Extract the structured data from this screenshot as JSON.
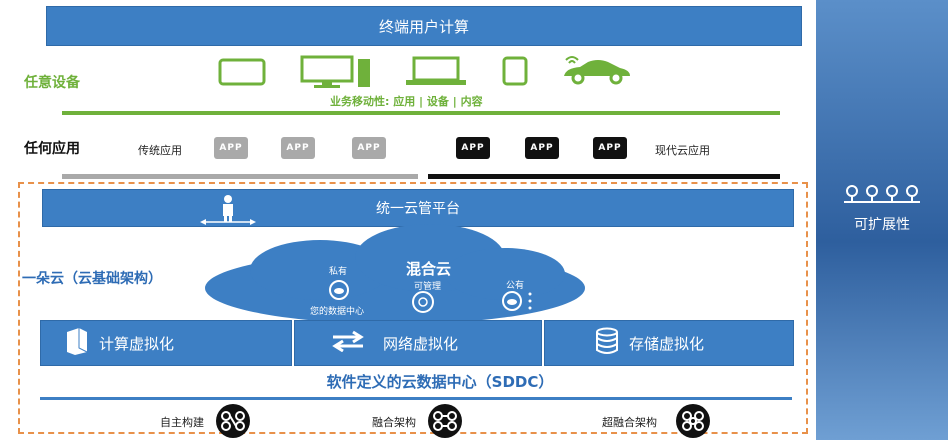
{
  "end_user_bar": "终端用户计算",
  "row_devices": {
    "label": "任意设备",
    "mobility_text": "业务移动性: 应用 | 设备 | 内容"
  },
  "row_apps": {
    "label": "任何应用",
    "traditional": "传统应用",
    "modern": "现代云应用",
    "app_badge": "APP"
  },
  "platform_bar": "统一云管平台",
  "one_cloud_label": "一朵云（云基础架构）",
  "cloud": {
    "title": "混合云",
    "private_label": "私有",
    "private_sub": "您的数据中心",
    "manageable_label": "可管理",
    "public_label": "公有"
  },
  "virtualization": {
    "compute": "计算虚拟化",
    "network": "网络虚拟化",
    "storage": "存储虚拟化"
  },
  "sddc_title": "软件定义的云数据中心（SDDC）",
  "architectures": {
    "self_built": "自主构建",
    "converged": "融合架构",
    "hyper_converged": "超融合架构"
  },
  "scalability_label": "可扩展性",
  "colors": {
    "accent_blue": "#3d7fc4",
    "green": "#6fb13b",
    "orange_dashed": "#e8914a",
    "right_panel": "#2e5f9e"
  }
}
